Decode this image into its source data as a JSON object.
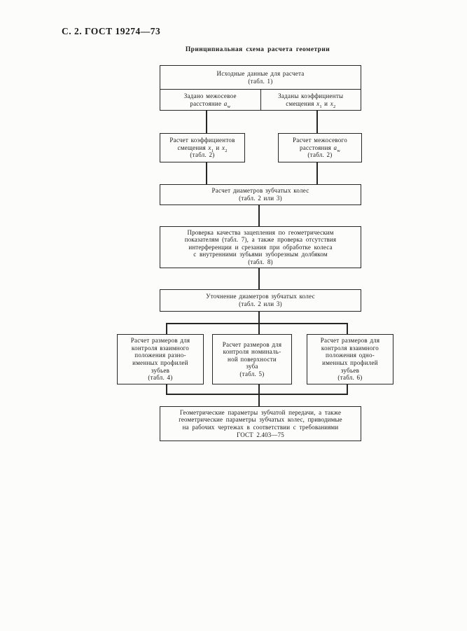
{
  "page": {
    "header": "С. 2. ГОСТ 19274—73",
    "title": "Принципиальная схема расчета геометрии",
    "ink_color": "#262626",
    "paper_color": "#fcfcfb"
  },
  "flow": {
    "box_source": {
      "line1": "Исходные данные для расчета",
      "line2": "(табл. 1)",
      "cell_left": {
        "line1": "Задано межосевое",
        "t1": "расстояние ",
        "v1": "a",
        "s1": "w"
      },
      "cell_right": {
        "line1": "Заданы коэффициенты",
        "t1": "смещения ",
        "v1": "x",
        "s1": "1",
        "t2": " и ",
        "v2": "x",
        "s2": "2"
      }
    },
    "box_calc_shift": {
      "line1": "Расчет коэффициентов",
      "t1": "смещения ",
      "v1": "x",
      "s1": "1",
      "t2": " и ",
      "v2": "x",
      "s2": "2",
      "line3": "(табл. 2)"
    },
    "box_calc_center_distance": {
      "line1": "Расчет межосевого",
      "t1": "расстояния ",
      "v1": "a",
      "s1": "w",
      "line3": "(табл. 2)"
    },
    "box_diameters": {
      "line1": "Расчет диаметров зубчатых колес",
      "line2": "(табл. 2 или 3)"
    },
    "box_quality_check": {
      "lines": [
        "Проверка качества зацепления по геометрическим",
        "показателям (табл. 7), а также проверка отсутствия",
        "интерференции и срезания при обработке колеса",
        "с внутренними зубьями зуборезным долбяком",
        "(табл. 8)"
      ]
    },
    "box_refine_diameters": {
      "line1": "Уточнение диаметров зубчатых колес",
      "line2": "(табл. 2 или 3)"
    },
    "box_control_opposite_profiles": {
      "lines": [
        "Расчет размеров для",
        "контроля взаимного",
        "положения разно-",
        "именных профилей",
        "зубьев",
        "(табл. 4)"
      ]
    },
    "box_control_nominal_surface": {
      "lines": [
        "Расчет размеров для",
        "контроля номиналь-",
        "ной поверхности",
        "зуба",
        "(табл. 5)"
      ]
    },
    "box_control_same_profiles": {
      "lines": [
        "Расчет размеров для",
        "контроля взаимного",
        "положения одно-",
        "именных профилей",
        "зубьев",
        "(табл. 6)"
      ]
    },
    "box_result": {
      "lines": [
        "Геометрические параметры зубчатой передачи, а также",
        "геометрические параметры зубчатых колес, приводимые",
        "на рабочих чертежах в соответствии с требованиями",
        "ГОСТ 2.403—75"
      ]
    }
  }
}
